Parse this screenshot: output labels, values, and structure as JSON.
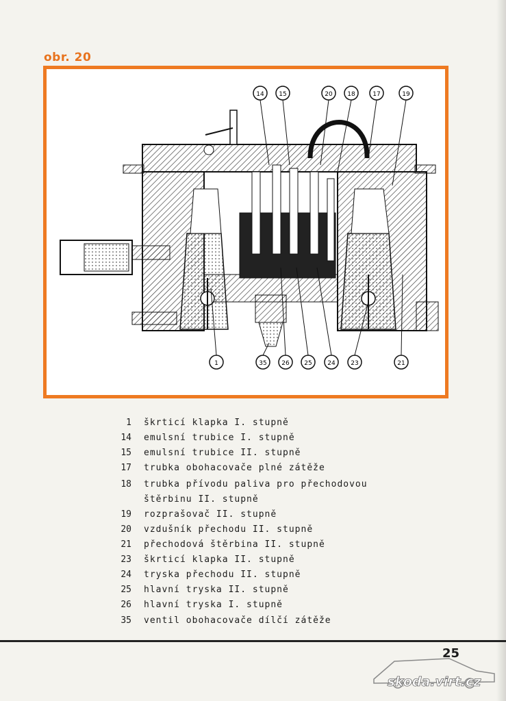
{
  "figure": {
    "title": "obr. 20",
    "callouts_top": [
      "14",
      "15",
      "20",
      "18",
      "17",
      "19"
    ],
    "callouts_bottom": [
      "1",
      "35",
      "26",
      "25",
      "24",
      "23",
      "21"
    ]
  },
  "legend": [
    {
      "num": "1",
      "text": "škrticí klapka I. stupně"
    },
    {
      "num": "14",
      "text": "emulsní trubice I. stupně"
    },
    {
      "num": "15",
      "text": "emulsní trubice II. stupně"
    },
    {
      "num": "17",
      "text": "trubka obohacovače plné zátěže"
    },
    {
      "num": "18",
      "text": "trubka přívodu paliva pro přechodovou",
      "cont": "štěrbinu II. stupně"
    },
    {
      "num": "19",
      "text": "rozprašovač II. stupně"
    },
    {
      "num": "20",
      "text": "vzdušník přechodu II. stupně"
    },
    {
      "num": "21",
      "text": "přechodová štěrbina II. stupně"
    },
    {
      "num": "23",
      "text": "škrticí klapka II. stupně"
    },
    {
      "num": "24",
      "text": "tryska přechodu II. stupně"
    },
    {
      "num": "25",
      "text": "hlavní tryska II. stupně"
    },
    {
      "num": "26",
      "text": "hlavní tryska I. stupně"
    },
    {
      "num": "35",
      "text": "ventil obohacovače dílčí zátěže"
    }
  ],
  "page_number": "25",
  "watermark_text": "skoda.virt.cz",
  "colors": {
    "accent": "#ee7a22",
    "ink": "#1c1c1c",
    "paper": "#f4f3ee"
  }
}
